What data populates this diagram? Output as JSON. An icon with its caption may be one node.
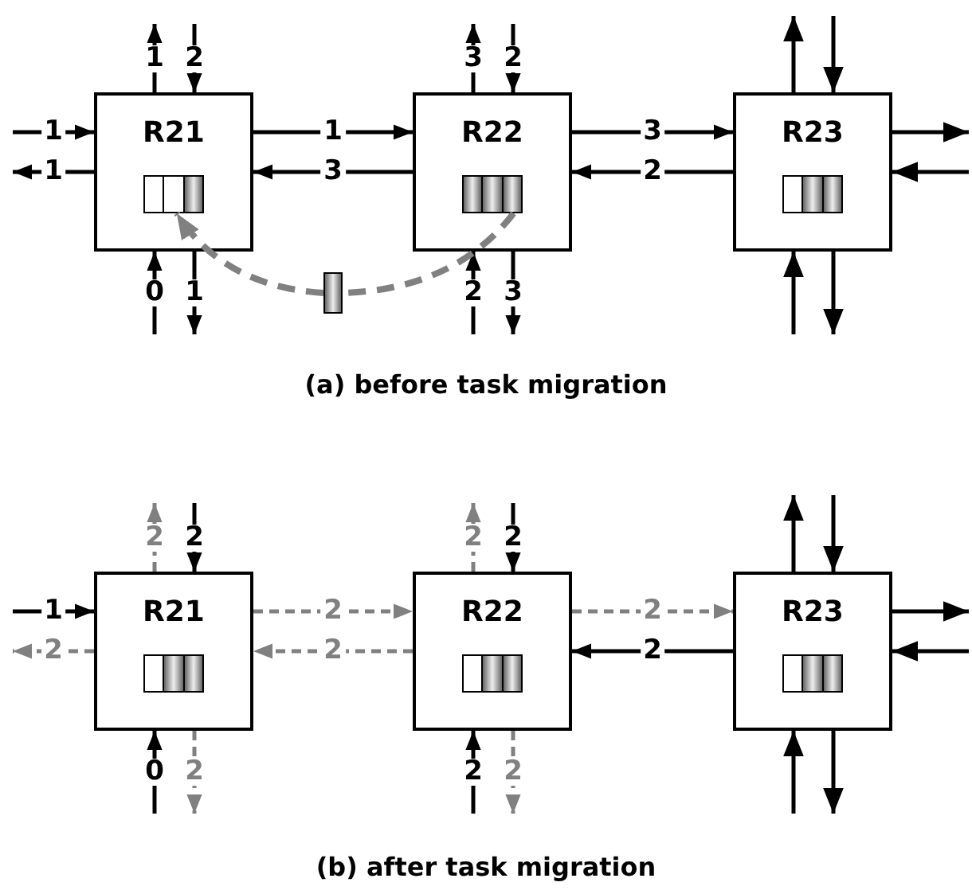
{
  "diagram": {
    "nodes": [
      {
        "text": [
          "R21"
        ]
      },
      {
        "text": [],
        "shape": "box",
        "in": 0
      },
      {
        "text": [
          "R22"
        ]
      },
      {
        "text": [],
        "shape": "box",
        "in": 2
      },
      {
        "text": [
          "R23"
        ]
      },
      {
        "text": [],
        "shape": "box",
        "in": 4
      },
      {
        "text": [],
        "shape": "box"
      },
      {
        "text": [
          "R21"
        ]
      },
      {
        "text": [],
        "shape": "box",
        "in": 7
      },
      {
        "text": [
          "R22"
        ]
      },
      {
        "text": [],
        "shape": "box",
        "in": 9
      },
      {
        "text": [
          "R23"
        ]
      },
      {
        "text": [],
        "shape": "box",
        "in": 11
      }
    ],
    "edges": [
      {
        "from": null,
        "to": 0,
        "arrow": "to",
        "label": "1"
      },
      {
        "from": 0,
        "to": null,
        "arrow": "to",
        "label": "1"
      },
      {
        "from": 0,
        "to": null,
        "arrow": "to",
        "label": "1"
      },
      {
        "from": null,
        "to": 0,
        "arrow": "to",
        "label": "2"
      },
      {
        "from": null,
        "to": 0,
        "arrow": "to",
        "label": "0"
      },
      {
        "from": 0,
        "to": null,
        "arrow": "to",
        "label": "1"
      },
      {
        "from": 0,
        "to": 2,
        "arrow": "to",
        "label": "1"
      },
      {
        "from": 2,
        "to": 0,
        "arrow": "to",
        "label": "3"
      },
      {
        "from": 2,
        "to": null,
        "arrow": "to",
        "label": "3"
      },
      {
        "from": null,
        "to": 2,
        "arrow": "to",
        "label": "2"
      },
      {
        "from": null,
        "to": 2,
        "arrow": "to",
        "label": "2"
      },
      {
        "from": 2,
        "to": null,
        "arrow": "to",
        "label": "3"
      },
      {
        "from": 2,
        "to": 4,
        "arrow": "to",
        "label": "3"
      },
      {
        "from": 4,
        "to": 2,
        "arrow": "to",
        "label": "2"
      },
      {
        "from": 4,
        "to": null,
        "arrow": "to"
      },
      {
        "from": null,
        "to": 4,
        "arrow": "to"
      },
      {
        "from": 4,
        "to": null,
        "arrow": "to"
      },
      {
        "from": null,
        "to": 4,
        "arrow": "to"
      },
      {
        "from": null,
        "to": 4,
        "arrow": "to"
      },
      {
        "from": 4,
        "to": null,
        "arrow": "to"
      },
      {
        "from": 3,
        "to": 6,
        "arrow": "none",
        "style": "dashed",
        "color": "#808080"
      },
      {
        "from": 6,
        "to": 1,
        "arrow": "to",
        "style": "dashed",
        "color": "#808080"
      },
      {
        "from": null,
        "to": 7,
        "arrow": "to",
        "label": "1"
      },
      {
        "from": 7,
        "to": null,
        "arrow": "to",
        "label": "2",
        "style": "dashed",
        "color": "#808080"
      },
      {
        "from": 7,
        "to": null,
        "arrow": "to",
        "label": "2",
        "style": "dashed",
        "color": "#808080"
      },
      {
        "from": null,
        "to": 7,
        "arrow": "to",
        "label": "2"
      },
      {
        "from": null,
        "to": 7,
        "arrow": "to",
        "label": "0"
      },
      {
        "from": 7,
        "to": null,
        "arrow": "to",
        "label": "2",
        "style": "dashed",
        "color": "#808080"
      },
      {
        "from": 7,
        "to": 9,
        "arrow": "to",
        "label": "2",
        "style": "dashed",
        "color": "#808080"
      },
      {
        "from": 9,
        "to": 7,
        "arrow": "to",
        "label": "2",
        "style": "dashed",
        "color": "#808080"
      },
      {
        "from": 9,
        "to": null,
        "arrow": "to",
        "label": "2",
        "style": "dashed",
        "color": "#808080"
      },
      {
        "from": null,
        "to": 9,
        "arrow": "to",
        "label": "2"
      },
      {
        "from": null,
        "to": 9,
        "arrow": "to",
        "label": "2"
      },
      {
        "from": 9,
        "to": null,
        "arrow": "to",
        "label": "2",
        "style": "dashed",
        "color": "#808080"
      },
      {
        "from": 9,
        "to": 11,
        "arrow": "to",
        "label": "2",
        "style": "dashed",
        "color": "#808080"
      },
      {
        "from": 11,
        "to": 9,
        "arrow": "to",
        "label": "2"
      },
      {
        "from": 11,
        "to": null,
        "arrow": "to"
      },
      {
        "from": null,
        "to": 11,
        "arrow": "to"
      },
      {
        "from": 11,
        "to": null,
        "arrow": "to"
      },
      {
        "from": null,
        "to": 11,
        "arrow": "to"
      },
      {
        "from": null,
        "to": 11,
        "arrow": "to"
      },
      {
        "from": 11,
        "to": null,
        "arrow": "to"
      }
    ],
    "labels": [
      "(a) before task migration",
      "(b) after task migration"
    ]
  }
}
